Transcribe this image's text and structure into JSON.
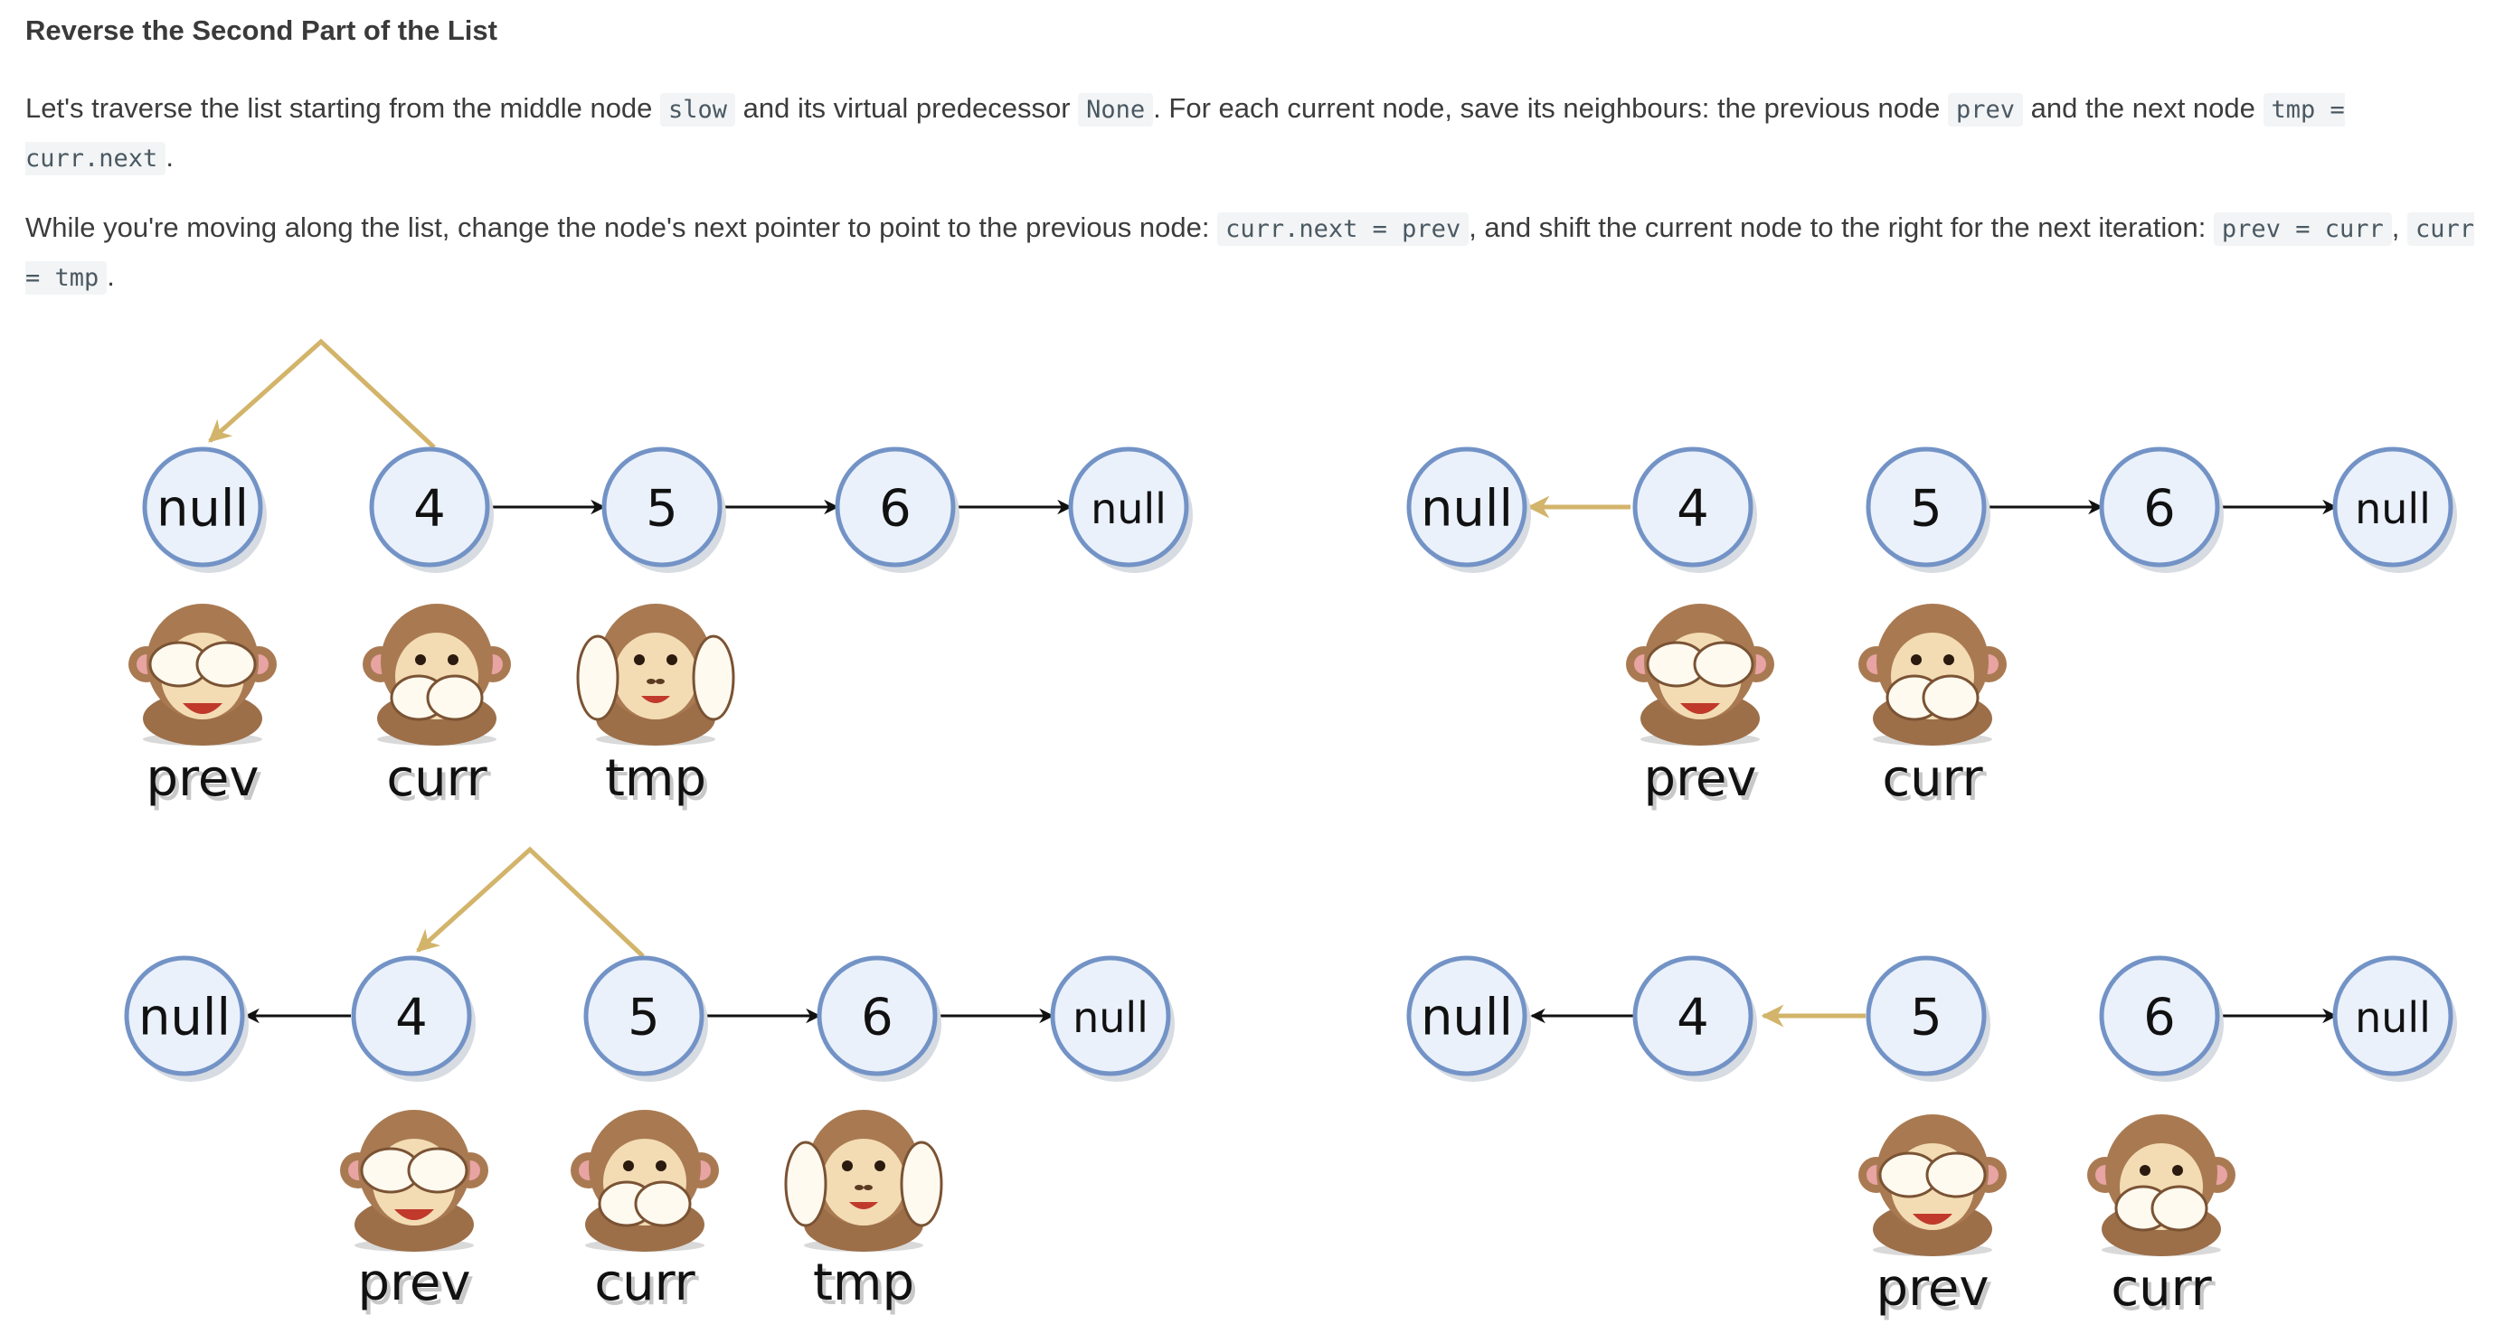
{
  "section": {
    "heading": "Reverse the Second Part of the List"
  },
  "paragraph1": {
    "t1": "Let's traverse the list starting from the middle node ",
    "c1": "slow",
    "t2": " and its virtual predecessor ",
    "c2": "None",
    "t3": ". For each current node, save its neighbours: the previous node ",
    "c3": "prev",
    "t4": " and the next node ",
    "c4": "tmp = curr.next",
    "t5": "."
  },
  "paragraph2": {
    "t1": "While you're moving along the list, change the node's next pointer to point to the previous node: ",
    "c1": "curr.next = prev",
    "t2": ", and shift the current node to the right for the next iteration: ",
    "c2": "prev = curr",
    "t3": ", ",
    "c3": "curr = tmp",
    "t4": "."
  },
  "colors": {
    "node_fill": "#eaf1fb",
    "node_stroke": "#7393c6",
    "highlight_arrow": "#d2b46a",
    "arrow": "#111111"
  },
  "panels": [
    {
      "id": "panel-1",
      "nodes": [
        "null",
        "4",
        "5",
        "6",
        "null"
      ],
      "roles": [
        {
          "label": "prev",
          "monkey": "see-no-evil-monkey-icon"
        },
        {
          "label": "curr",
          "monkey": "speak-no-evil-monkey-icon"
        },
        {
          "label": "tmp",
          "monkey": "hear-no-evil-monkey-icon"
        }
      ]
    },
    {
      "id": "panel-2",
      "nodes": [
        "null",
        "4",
        "5",
        "6",
        "null"
      ],
      "roles": [
        {
          "label": "prev",
          "monkey": "see-no-evil-monkey-icon"
        },
        {
          "label": "curr",
          "monkey": "speak-no-evil-monkey-icon"
        }
      ]
    },
    {
      "id": "panel-3",
      "nodes": [
        "null",
        "4",
        "5",
        "6",
        "null"
      ],
      "roles": [
        {
          "label": "prev",
          "monkey": "see-no-evil-monkey-icon"
        },
        {
          "label": "curr",
          "monkey": "speak-no-evil-monkey-icon"
        },
        {
          "label": "tmp",
          "monkey": "hear-no-evil-monkey-icon"
        }
      ]
    },
    {
      "id": "panel-4",
      "nodes": [
        "null",
        "4",
        "5",
        "6",
        "null"
      ],
      "roles": [
        {
          "label": "prev",
          "monkey": "see-no-evil-monkey-icon"
        },
        {
          "label": "curr",
          "monkey": "speak-no-evil-monkey-icon"
        }
      ]
    }
  ]
}
